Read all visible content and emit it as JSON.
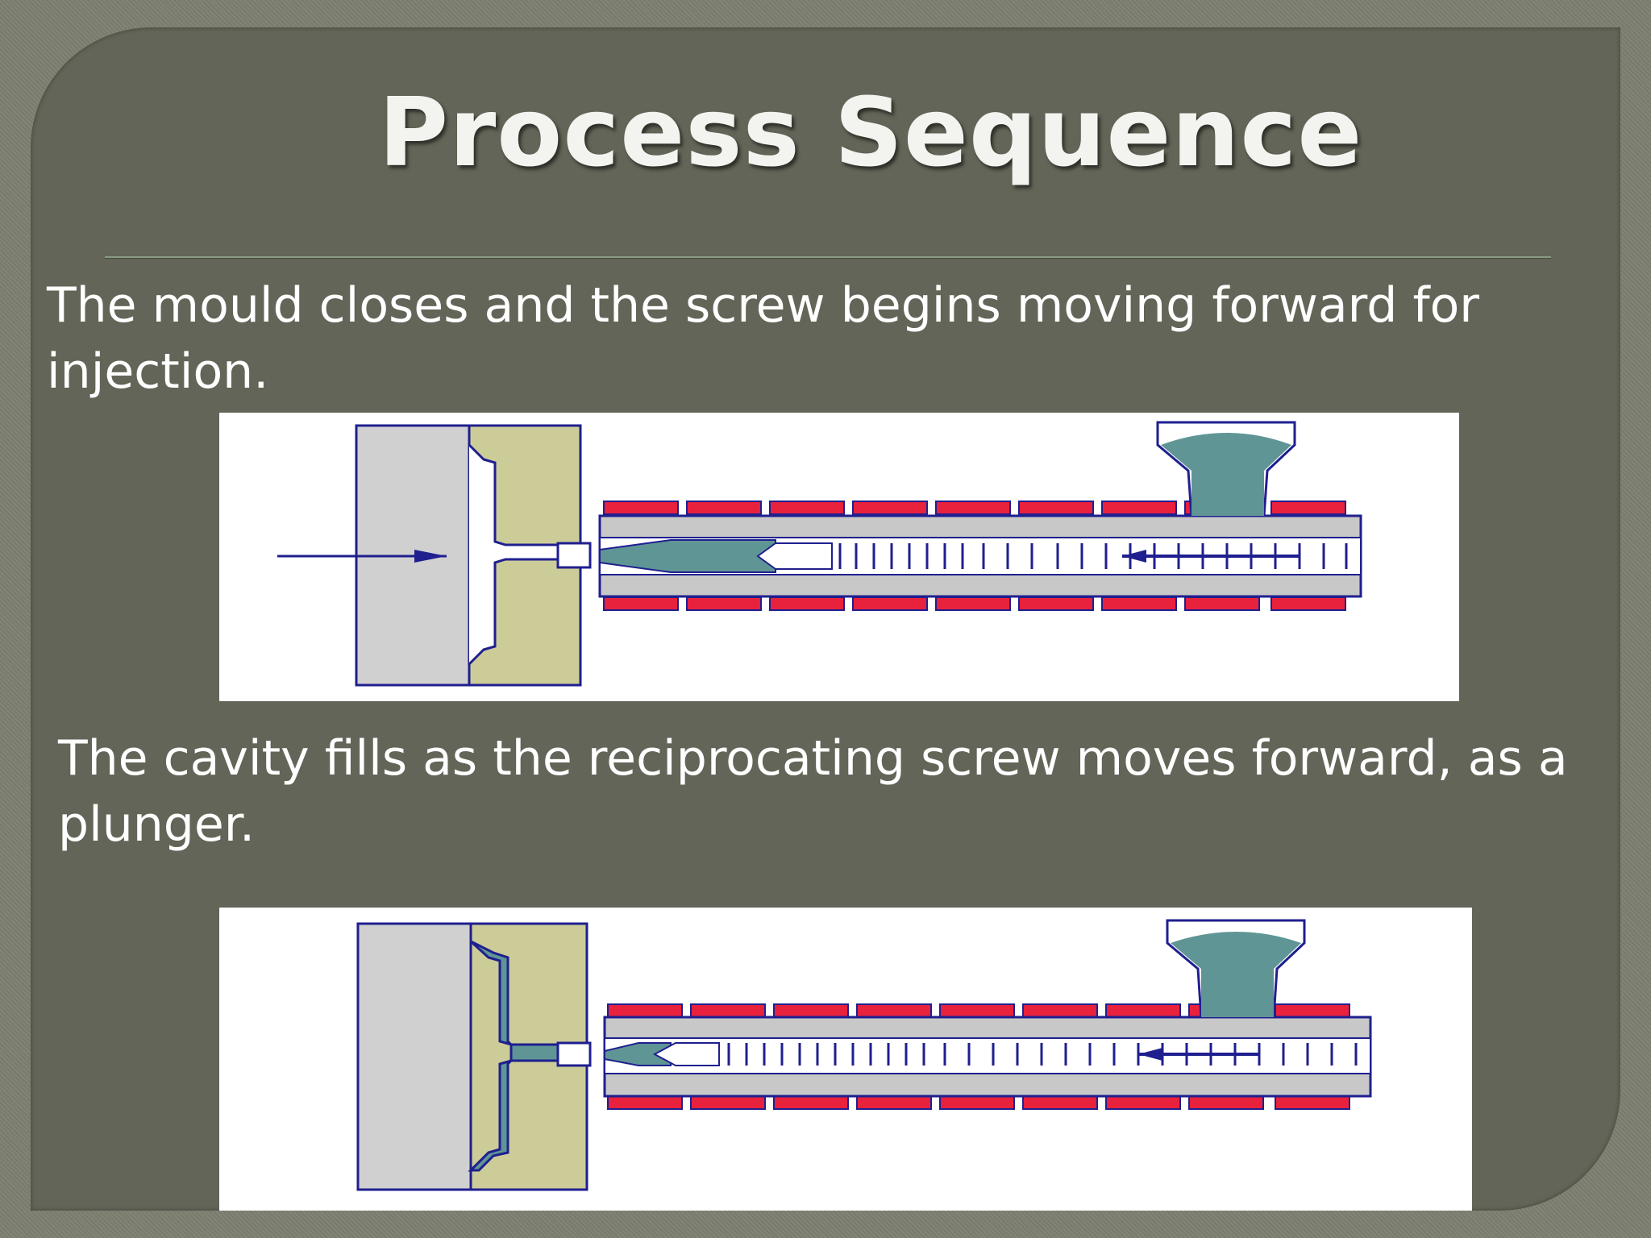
{
  "slide": {
    "title": "Process Sequence",
    "steps": [
      {
        "text": "The mould closes and the screw begins moving forward for injection."
      },
      {
        "text": "The cavity fills as the reciprocating screw moves forward, as a plunger."
      }
    ]
  },
  "colors": {
    "panel": "#626557",
    "mould_fixed": "#d0d0d0",
    "mould_moving": "#cccc99",
    "barrel": "#c8c8c8",
    "heater": "#e8213d",
    "melt": "#5f9595",
    "outline": "#1f1f8f"
  }
}
